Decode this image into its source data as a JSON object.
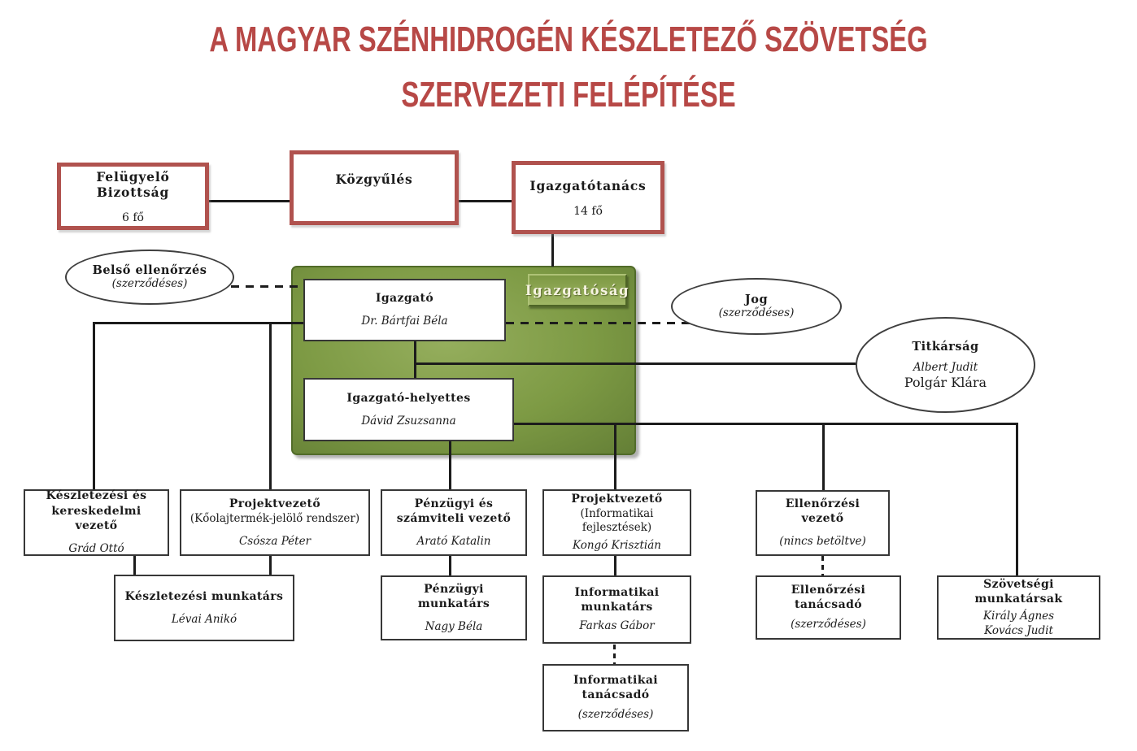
{
  "title": {
    "line1": "A MAGYAR SZÉNHIDROGÉN KÉSZLETEZŐ SZÖVETSÉG",
    "line2": "SZERVEZETI FELÉPÍTÉSE"
  },
  "colors": {
    "title_red": "#b74846",
    "red_box_border": "#b0524e",
    "green_box": "#7d9a44",
    "green_label_text": "#f5f3e0",
    "connector_line": "#1c1c1c",
    "node_border": "#373737"
  },
  "governance": {
    "felugyelo_bizottsag": {
      "title": "Felügyelő Bizottság",
      "sub": "6 fő"
    },
    "kozgyules": {
      "title": "Közgyűlés"
    },
    "igazgatotanacs": {
      "title": "Igazgatótanács",
      "sub": "14 fő"
    }
  },
  "contracted_units": {
    "belso_ellenorzes": {
      "title": "Belső ellenőrzés",
      "note": "(szerződéses)"
    },
    "jog": {
      "title": "Jog",
      "note": "(szerződéses)"
    },
    "titkarsag": {
      "title": "Titkárság",
      "names": [
        "Albert Judit",
        "Polgár Klára"
      ]
    }
  },
  "directorate": {
    "label": "Igazgatóság",
    "igazgato": {
      "title": "Igazgató",
      "name": "Dr. Bártfai Béla"
    },
    "helyettes": {
      "title": "Igazgató-helyettes",
      "name": "Dávid Zsuzsanna"
    }
  },
  "departments": {
    "keszletezesi_vezeto": {
      "title": "Készletezési és kereskedelmi vezető",
      "name": "Grád Ottó"
    },
    "projekt_koolaj": {
      "title": "Projektvezető",
      "sub": "(Kőolajtermék-jelölő rendszer)",
      "name": "Csósza Péter"
    },
    "penzugyi_vezeto": {
      "title": "Pénzügyi és számviteli vezető",
      "name": "Arató Katalin"
    },
    "projekt_informatikai": {
      "title": "Projektvezető",
      "sub": "(Informatikai fejlesztések)",
      "name": "Kongó Krisztián"
    },
    "ellenorzesi_vezeto": {
      "title": "Ellenőrzési vezető",
      "note": "(nincs betöltve)"
    },
    "keszletezesi_munkatars": {
      "title": "Készletezési munkatárs",
      "name": "Lévai Anikó"
    },
    "penzugyi_munkatars": {
      "title": "Pénzügyi munkatárs",
      "name": "Nagy Béla"
    },
    "informatikai_munkatars": {
      "title": "Informatikai munkatárs",
      "name": "Farkas Gábor"
    },
    "ellenorzesi_tanacsado": {
      "title": "Ellenőrzési tanácsadó",
      "note": "(szerződéses)"
    },
    "szovetsegi_munkatarsak": {
      "title": "Szövetségi munkatársak",
      "names": [
        "Király Ágnes",
        "Kovács Judit"
      ]
    },
    "informatikai_tanacsado": {
      "title": "Informatikai tanácsadó",
      "note": "(szerződéses)"
    }
  }
}
